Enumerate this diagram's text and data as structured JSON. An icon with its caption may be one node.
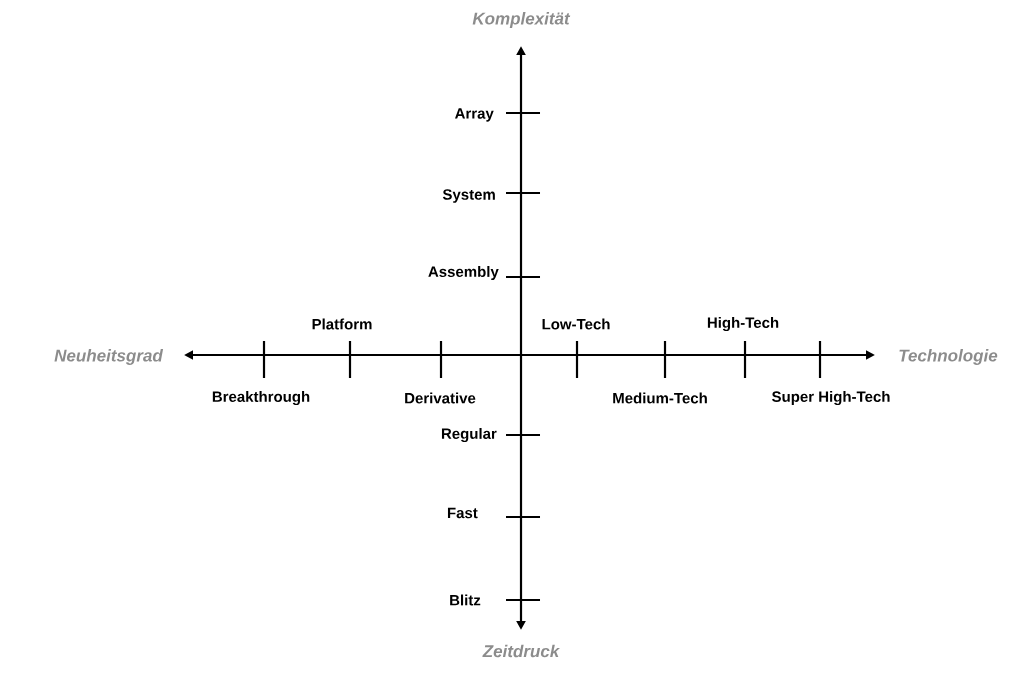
{
  "diagram": {
    "labels": [
      "Komplexität",
      "Array",
      "System",
      "Assembly",
      "Platform",
      "Low-Tech",
      "High-Tech",
      "Neuheitsgrad",
      "Technologie",
      "Breakthrough",
      "Derivative",
      "Medium-Tech",
      "Super High-Tech",
      "Regular",
      "Fast",
      "Blitz",
      "Zeitdruck"
    ]
  }
}
